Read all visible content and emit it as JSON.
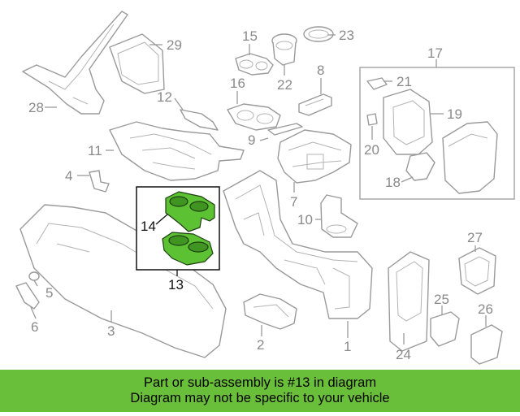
{
  "diagram": {
    "callouts": [
      {
        "id": "1",
        "label": "1"
      },
      {
        "id": "2",
        "label": "2"
      },
      {
        "id": "3",
        "label": "3"
      },
      {
        "id": "4",
        "label": "4"
      },
      {
        "id": "5",
        "label": "5"
      },
      {
        "id": "6",
        "label": "6"
      },
      {
        "id": "7",
        "label": "7"
      },
      {
        "id": "8",
        "label": "8"
      },
      {
        "id": "9",
        "label": "9"
      },
      {
        "id": "10",
        "label": "10"
      },
      {
        "id": "11",
        "label": "11"
      },
      {
        "id": "12",
        "label": "12"
      },
      {
        "id": "13",
        "label": "13"
      },
      {
        "id": "14",
        "label": "14"
      },
      {
        "id": "15",
        "label": "15"
      },
      {
        "id": "16",
        "label": "16"
      },
      {
        "id": "17",
        "label": "17"
      },
      {
        "id": "18",
        "label": "18"
      },
      {
        "id": "19",
        "label": "19"
      },
      {
        "id": "20",
        "label": "20"
      },
      {
        "id": "21",
        "label": "21"
      },
      {
        "id": "22",
        "label": "22"
      },
      {
        "id": "23",
        "label": "23"
      },
      {
        "id": "24",
        "label": "24"
      },
      {
        "id": "25",
        "label": "25"
      },
      {
        "id": "26",
        "label": "26"
      },
      {
        "id": "27",
        "label": "27"
      },
      {
        "id": "28",
        "label": "28"
      },
      {
        "id": "29",
        "label": "29"
      }
    ],
    "highlighted_part": "13",
    "highlight_color": "#5cc233",
    "line_color": "#9a9a9a"
  },
  "banner": {
    "line1": "Part or sub-assembly is #13 in diagram",
    "line2": "Diagram may not be specific to your vehicle",
    "background": "#6abf3a"
  }
}
